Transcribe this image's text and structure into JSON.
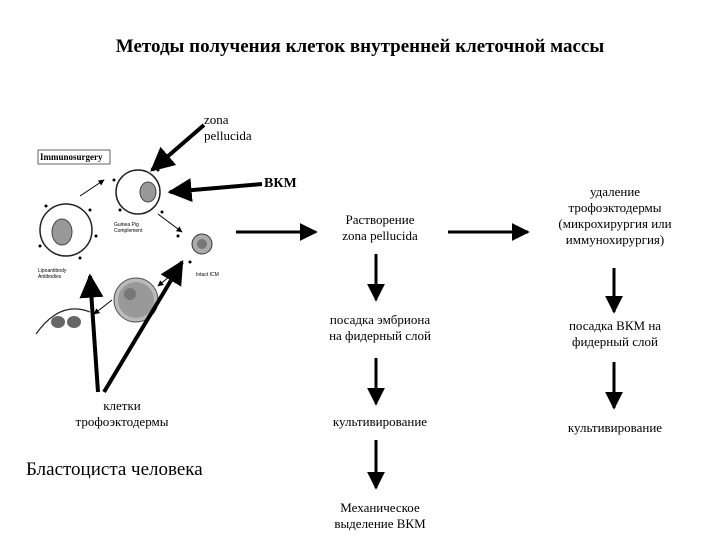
{
  "title": "Методы получения клеток внутренней клеточной массы",
  "labels": {
    "zona_pellucida": "zona\npellucida",
    "vkm": "ВКМ",
    "trophectoderm_cells": "клетки\nтрофоэктодермы",
    "blastocyst": "Бластоциста человека"
  },
  "figure": {
    "immunosurgery": "Immunosurgery",
    "antibodies": "Lipoantibody\nAntibodies",
    "complement": "Guinea Pig\nComplement",
    "icm": "Intact ICM"
  },
  "method_1": {
    "step_1": "Растворение\nzona pellucida",
    "step_2": "посадка эмбриона\nна фидерный слой",
    "step_3": "культивирование",
    "step_4": "Механическое\nвыделение ВКМ"
  },
  "method_2": {
    "step_1": "удаление\nтрофоэктодермы\n(микрохирургия или\nиммунохирургия)",
    "step_2": "посадка ВКМ на\nфидерный слой",
    "step_3": "культивирование"
  }
}
